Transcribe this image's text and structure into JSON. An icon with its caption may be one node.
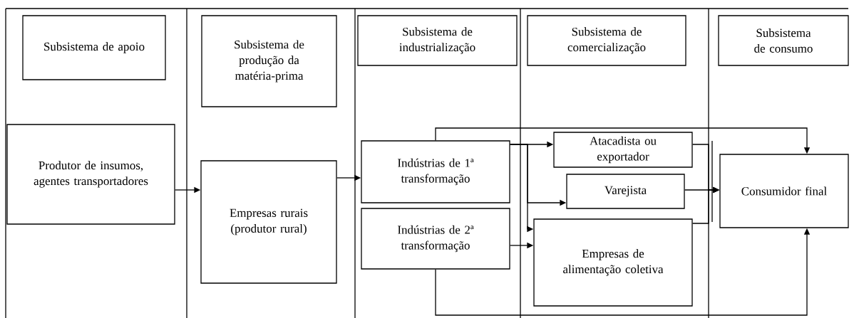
{
  "diagram": {
    "nodes": [
      {
        "text": [
          "Subsistema de apoio"
        ]
      },
      {
        "text": [
          "Subsistema de produção da matéria-prima"
        ]
      },
      {
        "text": [
          "Subsistema de industrialização"
        ]
      },
      {
        "text": [
          "Subsistema de comercialização"
        ]
      },
      {
        "text": [
          "Subsistema de consumo"
        ]
      },
      {
        "text": [
          "Produtor de insumos, agentes transportadores"
        ]
      },
      {
        "text": [
          "Empresas rurais (produtor rural)"
        ]
      },
      {
        "text": [
          "Indústrias de 1ª transformação"
        ]
      },
      {
        "text": [
          "Indústrias de 2ª transformação"
        ]
      },
      {
        "text": [
          "Atacadista ou exportador"
        ]
      },
      {
        "text": [
          "Varejista"
        ]
      },
      {
        "text": [
          "Empresas de alimentação coletiva"
        ]
      },
      {
        "text": [
          "Consumidor final"
        ]
      }
    ],
    "edges": [
      {
        "from": 5,
        "to": 6,
        "arrow": "to"
      },
      {
        "from": 6,
        "to": 7,
        "arrow": "to"
      },
      {
        "from": 7,
        "to": 9,
        "arrow": "to"
      },
      {
        "from": 7,
        "to": 10,
        "arrow": "to"
      },
      {
        "from": 7,
        "to": 11,
        "arrow": "to"
      },
      {
        "from": 8,
        "to": 11,
        "arrow": "to"
      },
      {
        "from": 9,
        "to": 12,
        "arrow": "to"
      },
      {
        "from": 10,
        "to": 12,
        "arrow": "to"
      },
      {
        "from": 11,
        "to": 12,
        "arrow": "to"
      },
      {
        "from": 7,
        "to": 12,
        "arrow": "to"
      },
      {
        "from": 8,
        "to": 12,
        "arrow": "to"
      }
    ]
  }
}
